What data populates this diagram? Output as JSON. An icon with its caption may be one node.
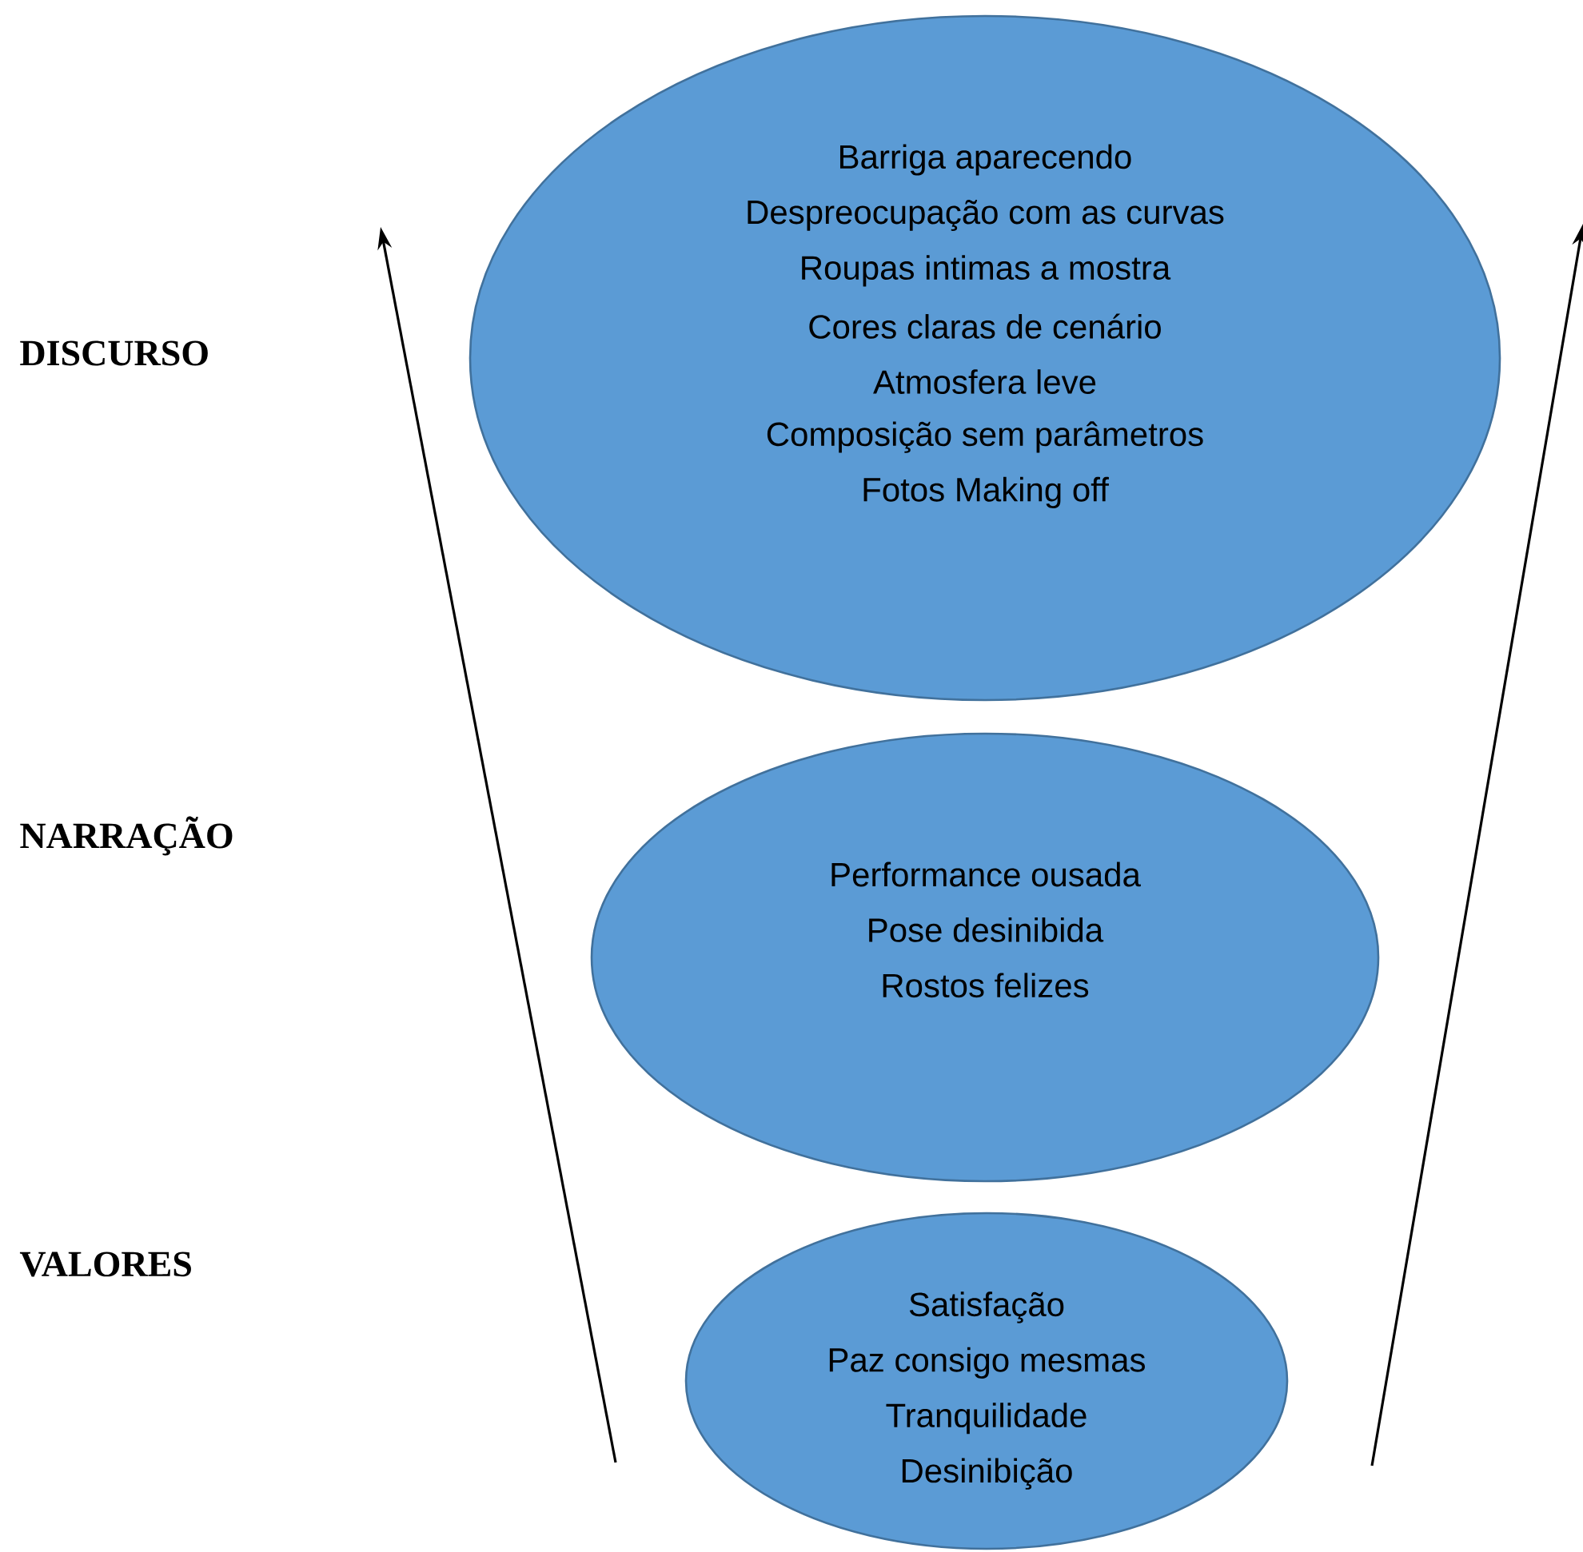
{
  "diagram": {
    "nodes": [
      {
        "text": [
          "Barriga aparecendo",
          "Despreocupação com as curvas",
          "Roupas intimas a mostra",
          "Cores claras de cenário",
          "Atmosfera leve",
          "Composição sem parâmetros",
          "Fotos Making off"
        ]
      },
      {
        "text": [
          "Performance ousada",
          "Pose desinibida",
          "Rostos felizes"
        ]
      },
      {
        "text": [
          "Satisfação",
          "Paz consigo mesmas",
          "Tranquilidade",
          "Desinibição"
        ]
      }
    ],
    "labels": [
      "DISCURSO",
      "NARRAÇÃO",
      "VALORES"
    ]
  }
}
